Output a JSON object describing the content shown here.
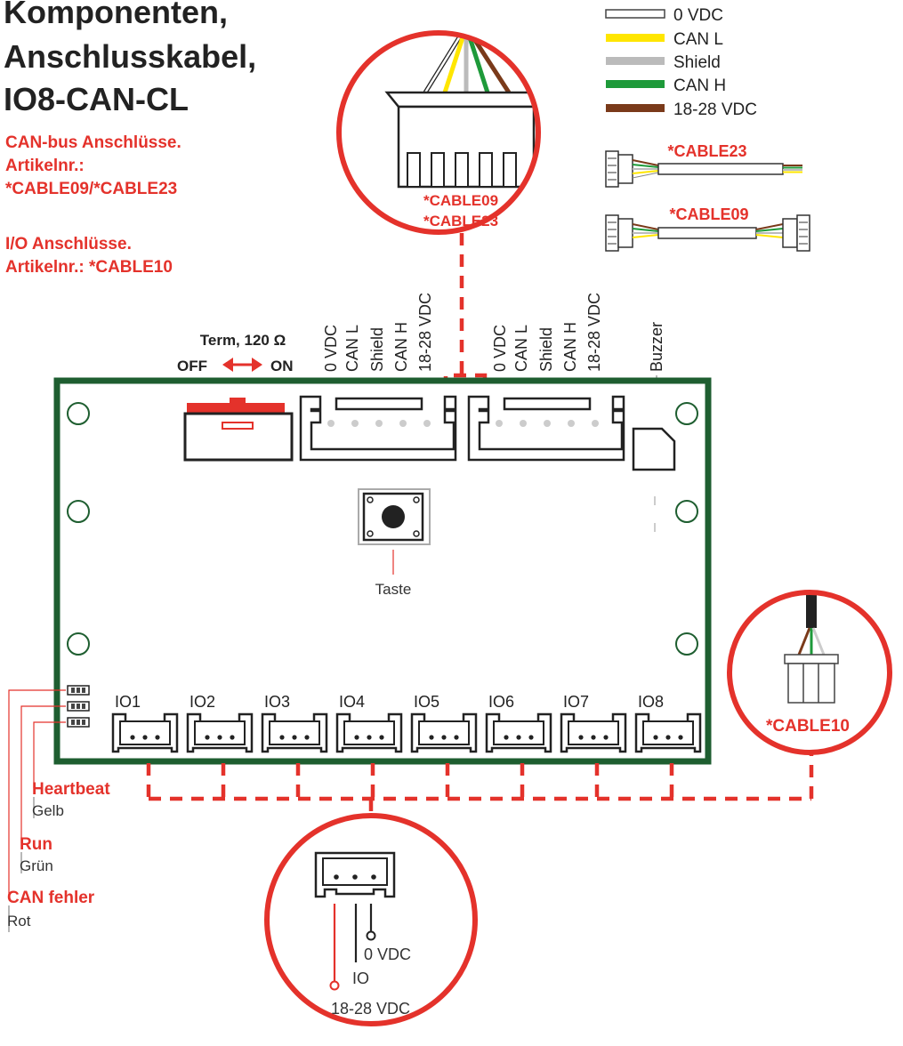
{
  "title": [
    "Komponenten,",
    "Anschlusskabel,",
    "IO8-CAN-CL"
  ],
  "info": {
    "canbus": [
      "CAN-bus Anschlüsse.",
      "Artikelnr.:",
      "*CABLE09/*CABLE23"
    ],
    "io": [
      "I/O Anschlüsse.",
      "Artikelnr.: *CABLE10"
    ]
  },
  "legend": [
    {
      "label": "0 VDC",
      "color": "#ffffff"
    },
    {
      "label": "CAN L",
      "color": "#ffe600"
    },
    {
      "label": "Shield",
      "color": "#bbbbbb"
    },
    {
      "label": "CAN H",
      "color": "#1e9a3a"
    },
    {
      "label": "18-28 VDC",
      "color": "#7a3a1a"
    }
  ],
  "cables": {
    "cable23": "*CABLE23",
    "cable09": "*CABLE09",
    "circle_lines": [
      "*CABLE09",
      "*CABLE23"
    ],
    "cable10": "*CABLE10"
  },
  "term": {
    "label": "Term, 120 Ω",
    "off": "OFF",
    "on": "ON"
  },
  "pin_labels": [
    "0 VDC",
    "CAN L",
    "Shield",
    "CAN H",
    "18-28 VDC"
  ],
  "buzzer": "Buzzer",
  "taste": "Taste",
  "io_ports": [
    "IO1",
    "IO2",
    "IO3",
    "IO4",
    "IO5",
    "IO6",
    "IO7",
    "IO8"
  ],
  "leds": [
    {
      "name": "Heartbeat",
      "color": "Gelb"
    },
    {
      "name": "Run",
      "color": "Grün"
    },
    {
      "name": "CAN fehler",
      "color": "Rot"
    }
  ],
  "io_pins": {
    "p1": "0 VDC",
    "p2": "IO",
    "p3": "18-28 VDC"
  },
  "colors": {
    "red": "#e4322b",
    "board": "#1e5e30",
    "text": "#222222"
  }
}
